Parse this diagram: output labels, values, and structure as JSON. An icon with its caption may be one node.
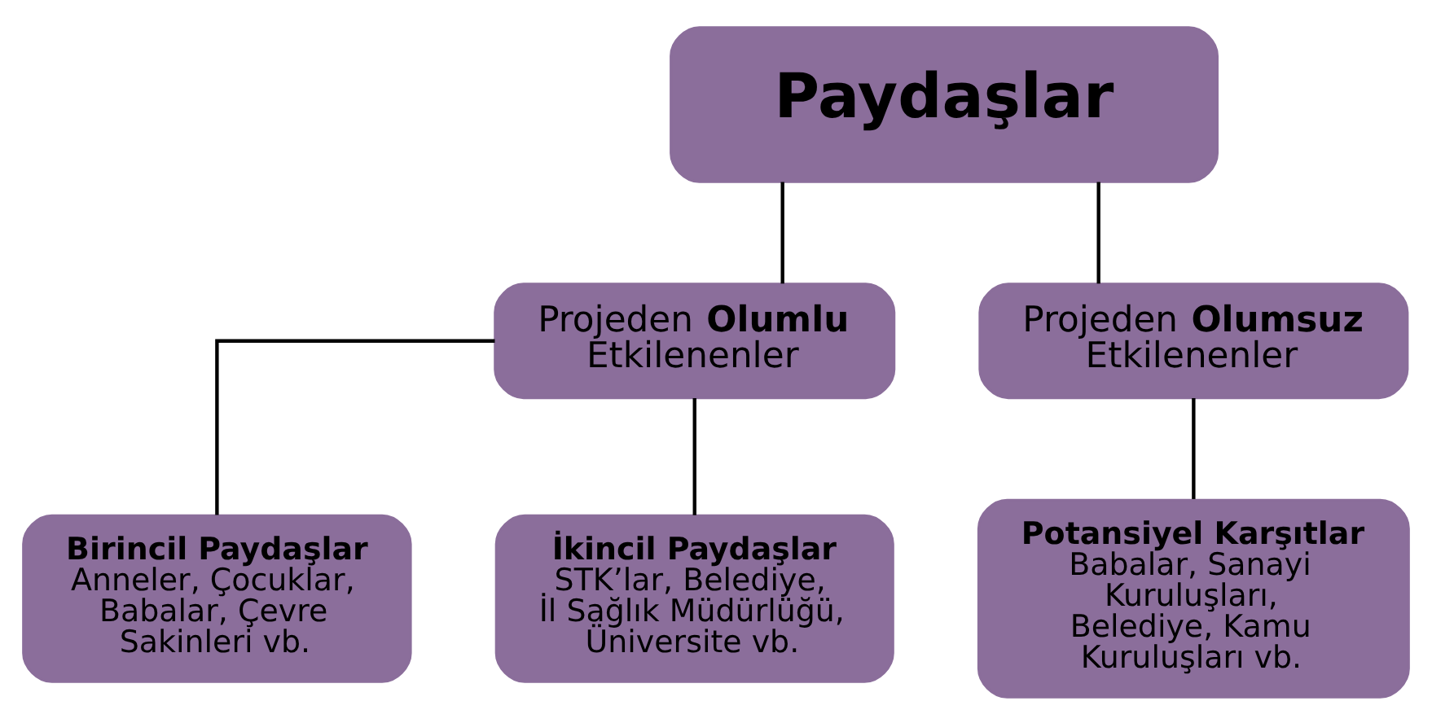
{
  "diagram": {
    "nodes": [
      {
        "text": [
          "Paydaşlar"
        ]
      },
      {
        "text": [
          "Projeden **Olumlu** Etkilenenler"
        ]
      },
      {
        "text": [
          "Projeden **Olumsuz** Etkilenenler"
        ]
      },
      {
        "text": [
          "Birincil Paydaşlar",
          "Anneler, Çocuklar, Babalar, Çevre Sakinleri vb."
        ]
      },
      {
        "text": [
          "İkincil Paydaşlar",
          "STK’lar, Belediye, İl Sağlık Müdürlüğü, Üniversite vb."
        ]
      },
      {
        "text": [
          "Potansiyel Karşıtlar",
          "Babalar, Sanayi Kuruluşları, Belediye, Kamu Kuruluşları vb."
        ]
      }
    ],
    "edges": [
      {
        "from": 0,
        "to": 1,
        "arrow": "none"
      },
      {
        "from": 0,
        "to": 2,
        "arrow": "none"
      },
      {
        "from": 1,
        "to": 3,
        "arrow": "none"
      },
      {
        "from": 1,
        "to": 4,
        "arrow": "none"
      },
      {
        "from": 2,
        "to": 5,
        "arrow": "none"
      }
    ]
  }
}
